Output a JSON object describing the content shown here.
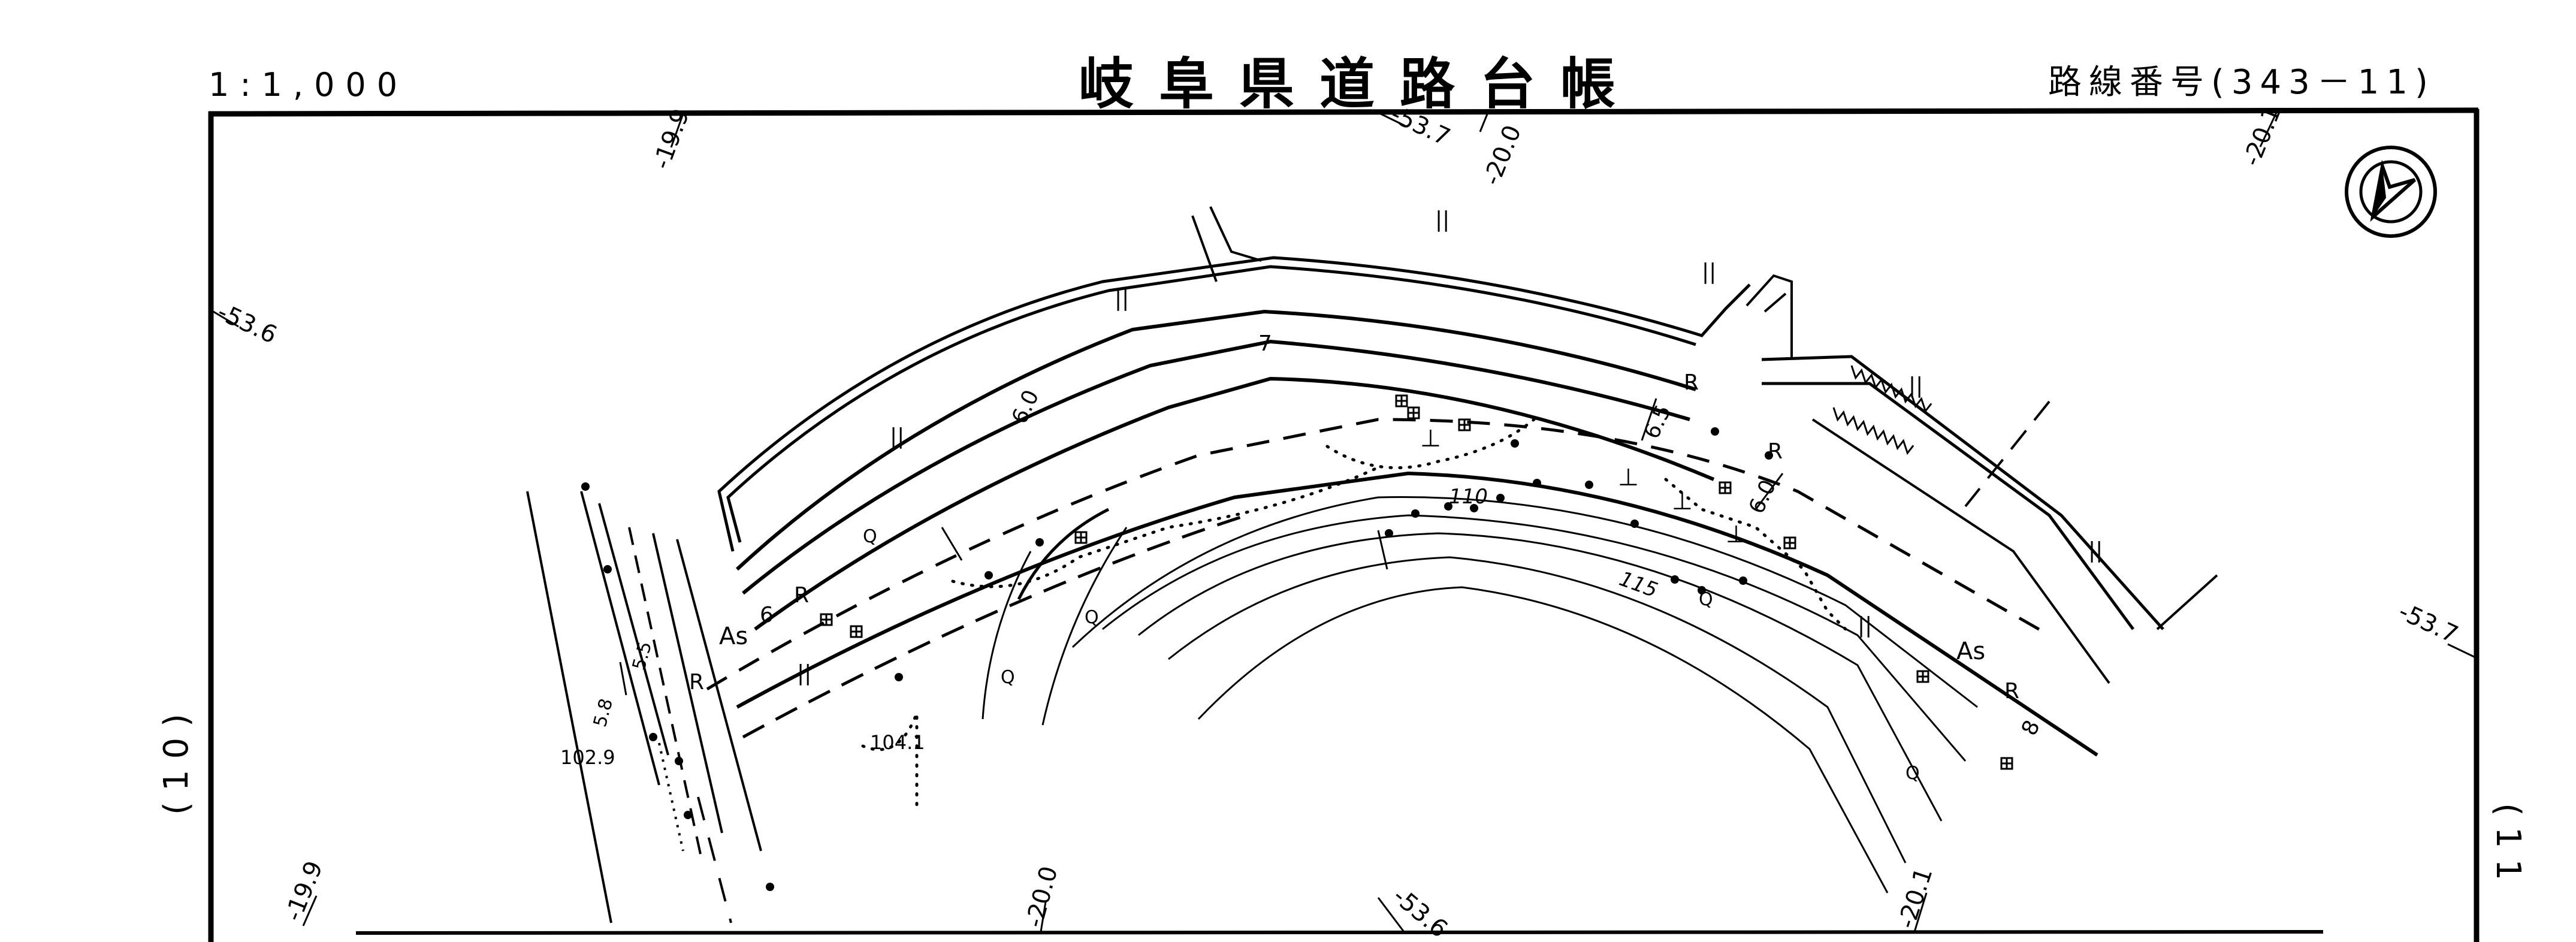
{
  "header": {
    "scale": "1:1,000",
    "title": "岐阜県道路台帳",
    "route_number": "路線番号(343－11)"
  },
  "sheet_refs": {
    "left": "(10)",
    "right": "(11"
  },
  "coordinate_labels": {
    "top_left_199": "-19.9",
    "top_537": "-53.7",
    "top_200": "-20.0",
    "top_right_201": "-20.1",
    "left_536": "-53.6",
    "right_537": "-53.7",
    "bottom_left_199": "-19.9",
    "bottom_200": "-20.0",
    "bottom_536": "-53.6",
    "bottom_201": "-20.1"
  },
  "map_labels": {
    "paddy_1": "||",
    "paddy_2": "||",
    "paddy_3": "||",
    "paddy_4": "||",
    "paddy_5": "||",
    "paddy_6": "||",
    "paddy_7": "||",
    "paddy_8": "||",
    "surface_as_left": "As",
    "surface_as_right": "As",
    "r_1": "R",
    "r_2": "R",
    "r_3": "R",
    "r_4": "R",
    "r_5": "R",
    "width_6_left": "6",
    "width_60_left": "6.0",
    "width_7": "7",
    "width_65": "6.5",
    "width_60_right": "6.0",
    "width_8": "8",
    "width_55": "5.5",
    "width_58": "5.8",
    "elev_1029": "102.9",
    "elev_1041": "104.1",
    "contour_110": "110",
    "contour_115": "115",
    "q_1": "Q",
    "q_2": "Q",
    "q_3": "Q",
    "q_4": "Q",
    "q_5": "Q",
    "field_1": "⊥",
    "field_2": "⊥",
    "field_3": "⊥",
    "field_4": "⊥"
  },
  "north_arrow": {
    "symbol": "north-arrow"
  },
  "colors": {
    "ink": "#000000",
    "paper": "#ffffff"
  }
}
